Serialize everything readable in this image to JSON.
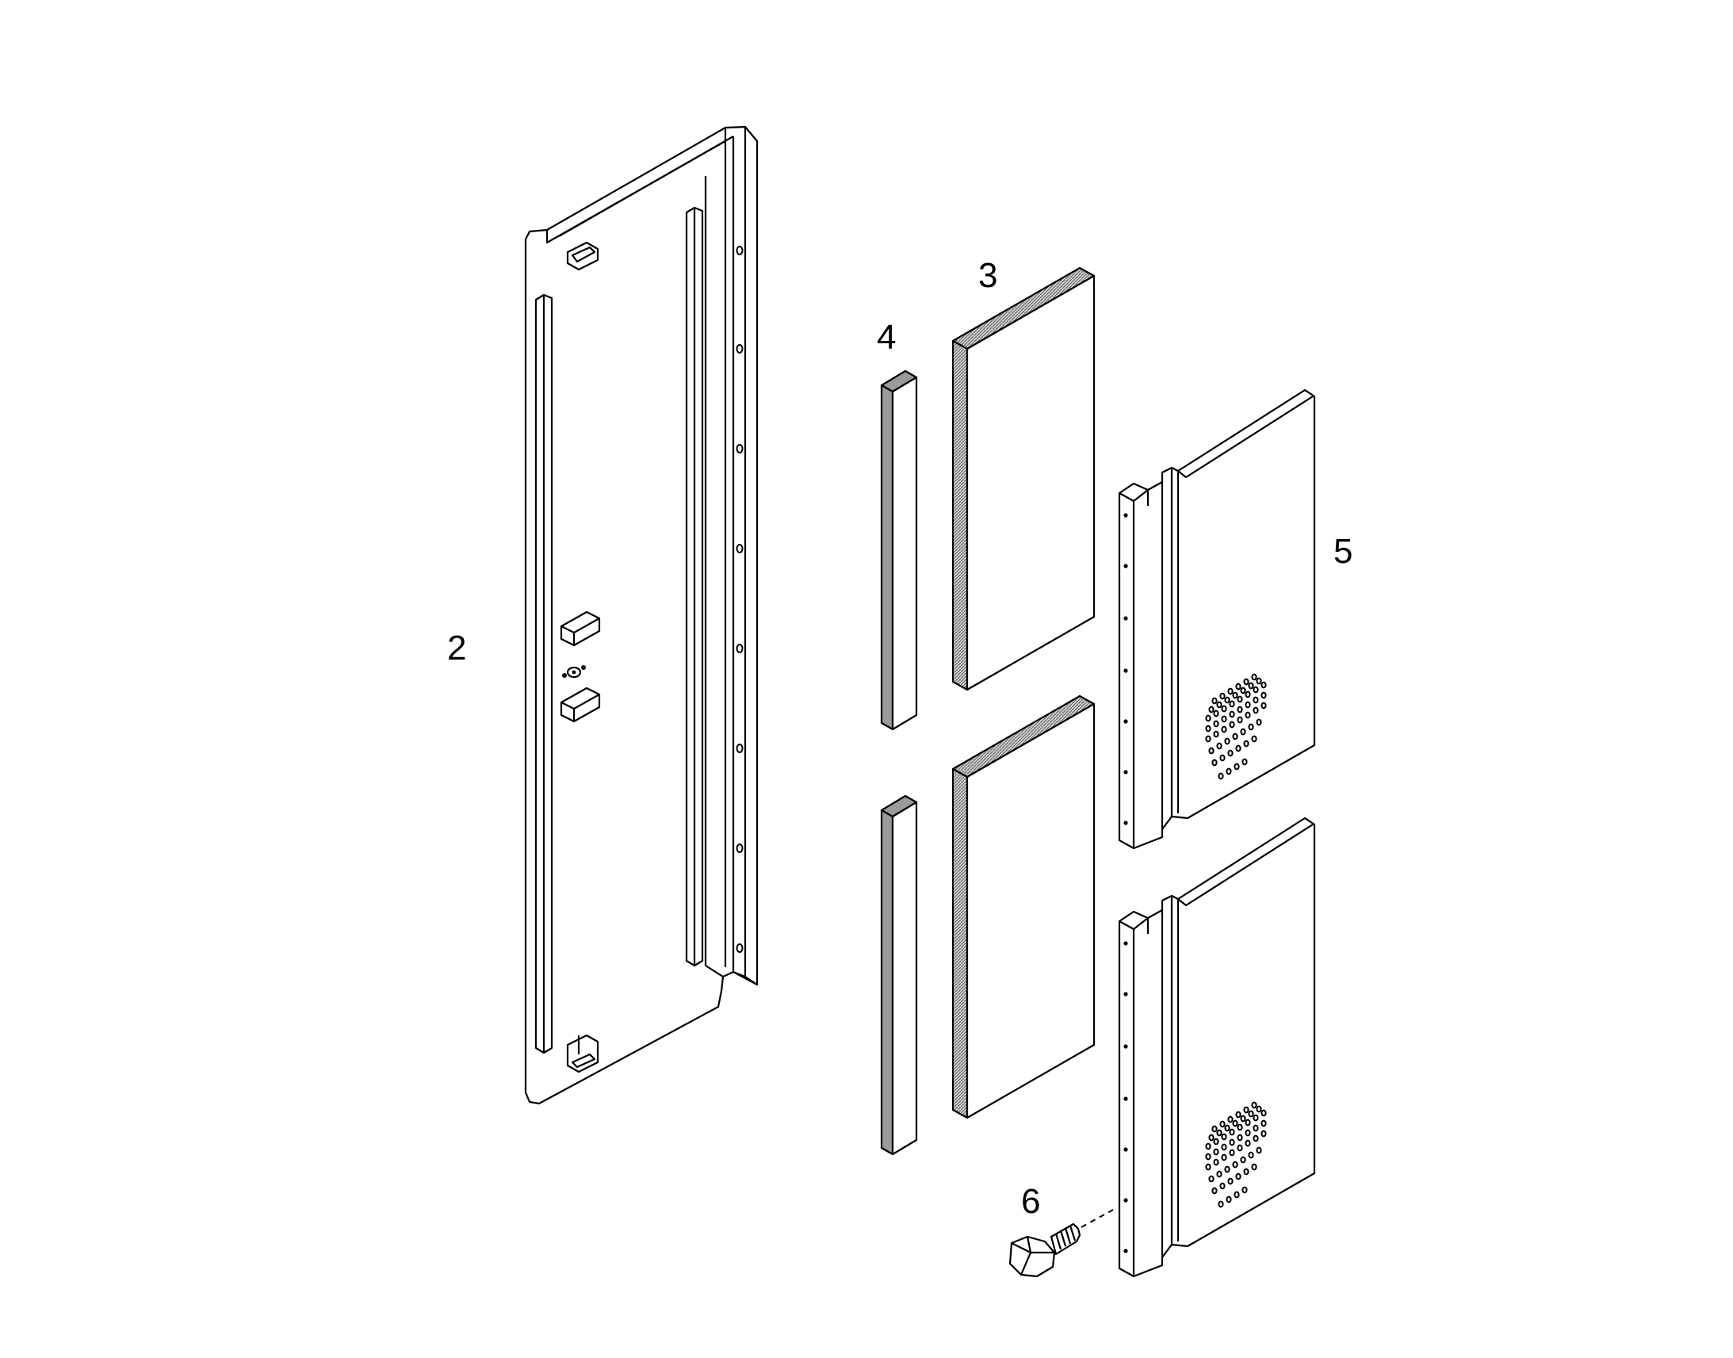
{
  "callouts": {
    "p2": "2",
    "p3": "3",
    "p4": "4",
    "p5": "5",
    "p6": "6"
  }
}
